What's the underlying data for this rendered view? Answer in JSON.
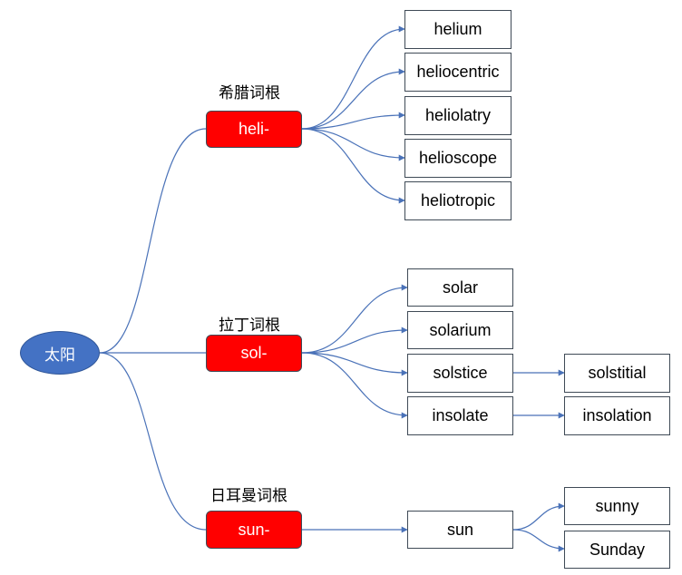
{
  "colors": {
    "center_fill": "#4472c4",
    "root_fill": "#ff0000",
    "edge": "#4a72b8",
    "box_border": "#3f4a56"
  },
  "center": {
    "label": "太阳"
  },
  "groups": [
    {
      "caption": "希腊词根",
      "root": "heli-",
      "words": [
        {
          "label": "helium"
        },
        {
          "label": "heliocentric"
        },
        {
          "label": "heliolatry"
        },
        {
          "label": "helioscope"
        },
        {
          "label": "heliotropic"
        }
      ]
    },
    {
      "caption": "拉丁词根",
      "root": "sol-",
      "words": [
        {
          "label": "solar"
        },
        {
          "label": "solarium"
        },
        {
          "label": "solstice",
          "derived": [
            "solstitial"
          ]
        },
        {
          "label": "insolate",
          "derived": [
            "insolation"
          ]
        }
      ]
    },
    {
      "caption": "日耳曼词根",
      "root": "sun-",
      "words": [
        {
          "label": "sun",
          "derived": [
            "sunny",
            "Sunday"
          ]
        }
      ]
    }
  ]
}
